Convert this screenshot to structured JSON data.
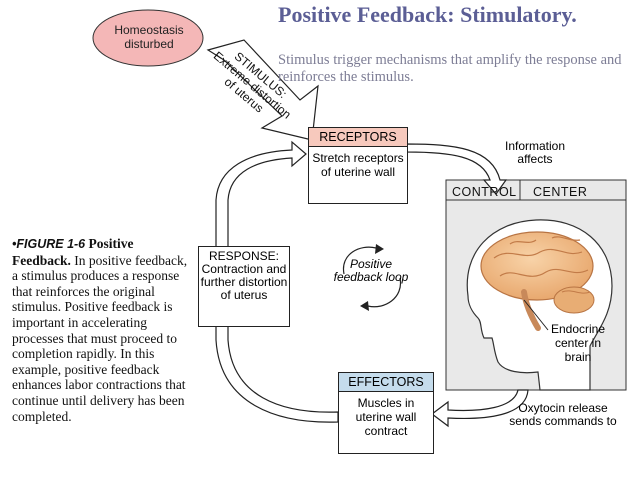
{
  "header": {
    "title": "Positive Feedback: Stimulatory.",
    "subtitle": "Stimulus trigger mechanisms that amplify the response and reinforces the stimulus."
  },
  "diagram": {
    "homeostasis": "Homeostasis disturbed",
    "stimulus": "STIMULUS: Extreme distortion of uterus",
    "receptors": {
      "title": "RECEPTORS",
      "body": "Stretch receptors of uterine wall"
    },
    "information": "Information affects",
    "control_center": {
      "left": "CONTROL",
      "right": "CENTER"
    },
    "endocrine": "Endocrine center in brain",
    "oxytocin": "Oxytocin release sends commands to",
    "effectors": {
      "title": "EFFECTORS",
      "body": "Muscles in uterine wall contract"
    },
    "response": "RESPONSE: Contraction and further distortion of uterus",
    "loop": "Positive feedback loop"
  },
  "caption": {
    "figure": "•FIGURE 1-6",
    "title": "Positive Feedback.",
    "body": "In positive feedback, a stimulus produces a response that reinforces the original stimulus. Positive feedback is important in accelerating processes that must proceed to completion rapidly. In this example, positive feedback enhances labor contractions that continue until delivery has been completed."
  },
  "colors": {
    "title": "#5b5e95",
    "subtitle": "#7d7d95",
    "blob": "#f4b7b7",
    "receptors_header": "#f7c9bd",
    "effectors_header": "#c5dcec",
    "control_center_bg": "#e9e9e9",
    "brain": "#f2c08c"
  }
}
